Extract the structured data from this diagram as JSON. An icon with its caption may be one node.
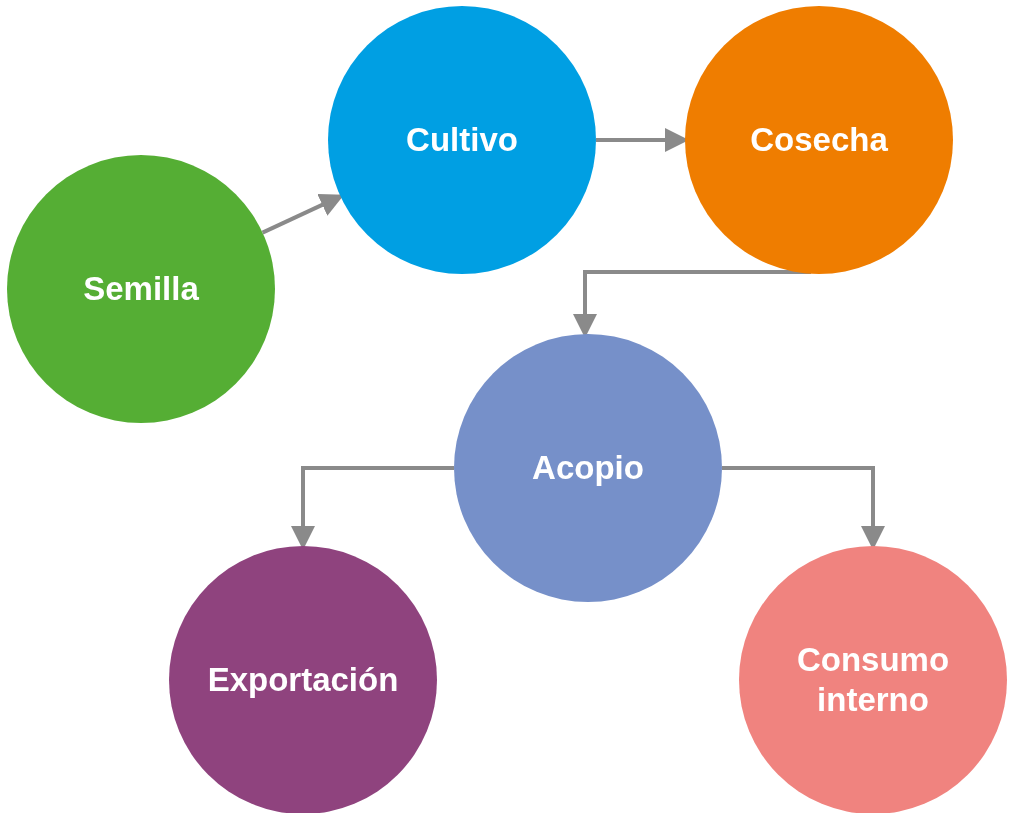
{
  "diagram": {
    "nodes": [
      {
        "text": [
          "Semilla"
        ]
      },
      {
        "text": [
          "Cultivo"
        ]
      },
      {
        "text": [
          "Cosecha"
        ]
      },
      {
        "text": [
          "Acopio"
        ]
      },
      {
        "text": [
          "Exportación"
        ]
      },
      {
        "text": [
          "Consumo interno"
        ]
      }
    ],
    "edges": [
      {
        "from": 0,
        "to": 1,
        "arrow": "to"
      },
      {
        "from": 1,
        "to": 2,
        "arrow": "to"
      },
      {
        "from": 2,
        "to": 3,
        "arrow": "to"
      },
      {
        "from": 3,
        "to": 4,
        "arrow": "to"
      },
      {
        "from": 3,
        "to": 5,
        "arrow": "to"
      }
    ]
  }
}
